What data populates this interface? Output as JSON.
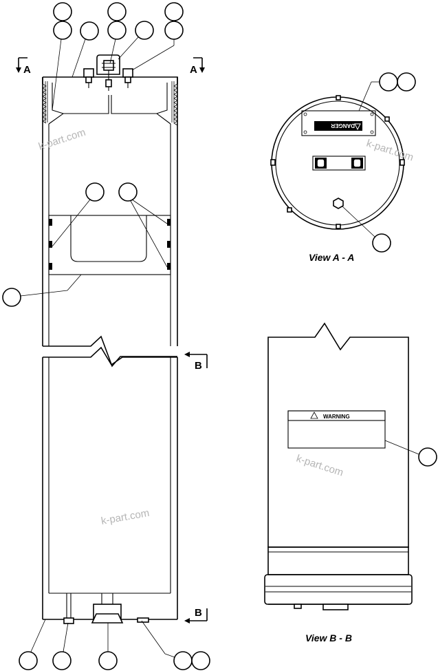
{
  "section_labels": {
    "a_left": "A",
    "a_right": "A",
    "b_top": "B",
    "b_bottom": "B"
  },
  "views": {
    "view_a": "View A - A",
    "view_b": "View B - B"
  },
  "decals": {
    "danger": "DANGER",
    "warning": "WARNING"
  },
  "watermarks": [
    "k-part.com",
    "k-part.com",
    "k-part.com",
    "k-part.com"
  ]
}
